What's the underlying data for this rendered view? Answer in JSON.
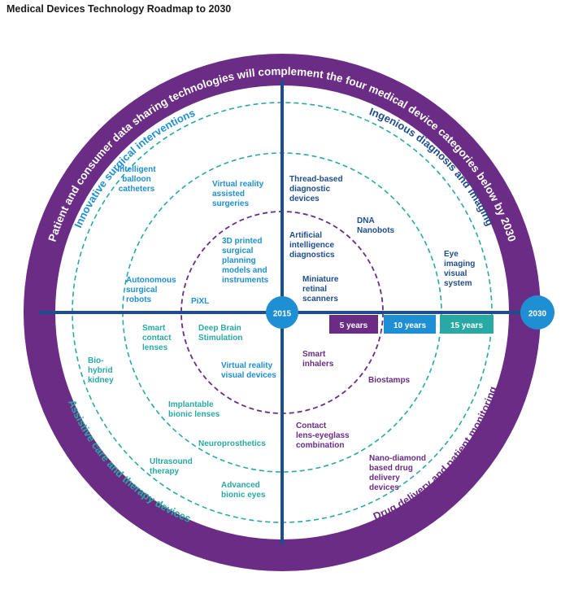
{
  "title": "Medical Devices Technology Roadmap to 2030",
  "colors": {
    "purple": "#6a2c84",
    "navy": "#1e4d8c",
    "blue": "#1f8fd3",
    "teal": "#29a9a3",
    "text_purple": "#6a2c84",
    "text_blue": "#1f8fd3",
    "text_navy": "#1e4d8c",
    "text_teal": "#29a9a3"
  },
  "outer_ring_text": "Patient and consumer data sharing technologies will complement the four medical device categories below by 2030",
  "quadrants": {
    "top_left": "Innovative surgical interventions",
    "top_right": "Ingenious diagnosis and imaging",
    "bottom_left": "Assistive care and therapy devices",
    "bottom_right": "Drug delivery and patient monitoring"
  },
  "center_label": "2015",
  "end_label": "2030",
  "horizons": [
    "5 years",
    "10 years",
    "15 years"
  ],
  "technologies": {
    "intelligent_balloon_catheters": [
      "Intelligent",
      "balloon",
      "catheters"
    ],
    "virtual_reality_assisted_surgeries": [
      "Virtual reality",
      "assisted",
      "surgeries"
    ],
    "printed_surgical_planning": [
      "3D printed",
      "surgical",
      "planning",
      "models and",
      "instruments"
    ],
    "autonomous_surgical_robots": [
      "Autonomous",
      "surgical",
      "robots"
    ],
    "pixl": [
      "PiXL"
    ],
    "thread_based_diagnostic_devices": [
      "Thread-based",
      "diagnostic",
      "devices"
    ],
    "dna_nanobots": [
      "DNA",
      "Nanobots"
    ],
    "ai_diagnostics": [
      "Artificial",
      "intelligence",
      "diagnostics"
    ],
    "eye_imaging_visual_system": [
      "Eye",
      "imaging",
      "visual",
      "system"
    ],
    "miniature_retinal_scanners": [
      "Miniature",
      "retinal",
      "scanners"
    ],
    "smart_contact_lenses": [
      "Smart",
      "contact",
      "lenses"
    ],
    "deep_brain_stimulation": [
      "Deep Brain",
      "Stimulation"
    ],
    "bio_hybrid_kidney": [
      "Bio-",
      "hybrid",
      "kidney"
    ],
    "virtual_reality_visual_devices": [
      "Virtual reality",
      "visual devices"
    ],
    "implantable_bionic_lenses": [
      "Implantable",
      "bionic lenses"
    ],
    "neuroprosthetics": [
      "Neuroprosthetics"
    ],
    "ultrasound_therapy": [
      "Ultrasound",
      "therapy"
    ],
    "advanced_bionic_eyes": [
      "Advanced",
      "bionic eyes"
    ],
    "smart_inhalers": [
      "Smart",
      "inhalers"
    ],
    "biostamps": [
      "Biostamps"
    ],
    "contact_lens_eyeglass_combination": [
      "Contact",
      "lens-eyeglass",
      "combination"
    ],
    "nano_diamond_drug_delivery": [
      "Nano-diamond",
      "based drug",
      "delivery",
      "devices"
    ]
  }
}
